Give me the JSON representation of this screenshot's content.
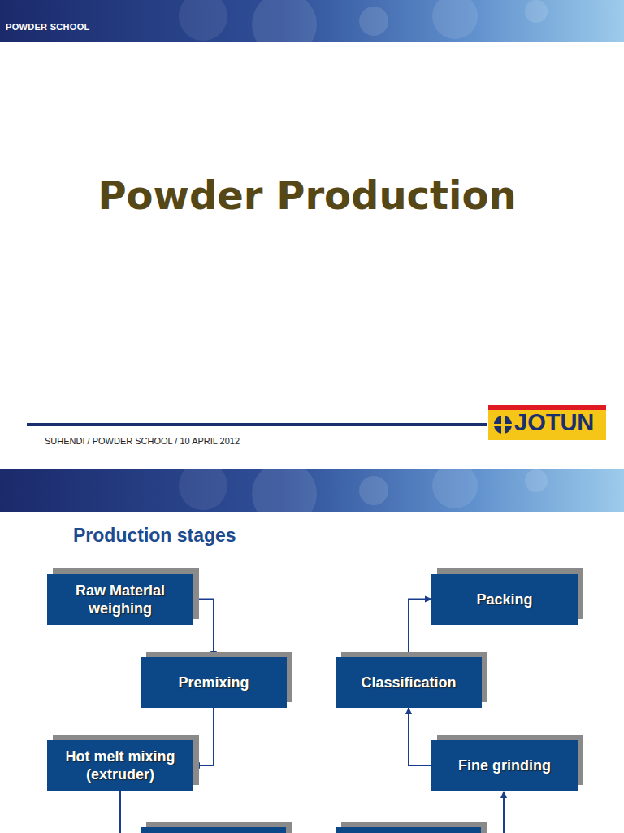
{
  "diagram": {
    "title": "Powder Production",
    "nodes": [
      {
        "text": [
          "Raw Material weighing"
        ]
      },
      {
        "text": [
          "Packing"
        ]
      },
      {
        "text": [
          "Premixing"
        ]
      },
      {
        "text": [
          "Classification"
        ]
      },
      {
        "text": [
          "Hot melt mixing (extruder)"
        ]
      },
      {
        "text": [
          "Fine grinding"
        ]
      }
    ],
    "edges": [
      {
        "from": 0,
        "to": 2,
        "arrow": "to"
      },
      {
        "from": 2,
        "to": 4,
        "arrow": "to"
      },
      {
        "from": 5,
        "to": 3,
        "arrow": "to"
      },
      {
        "from": 3,
        "to": 1,
        "arrow": "to"
      }
    ],
    "labels": [
      "POWDER SCHOOL",
      "SUHENDI / POWDER SCHOOL / 10 APRIL 2012",
      "JOTUN",
      "Production stages"
    ]
  }
}
